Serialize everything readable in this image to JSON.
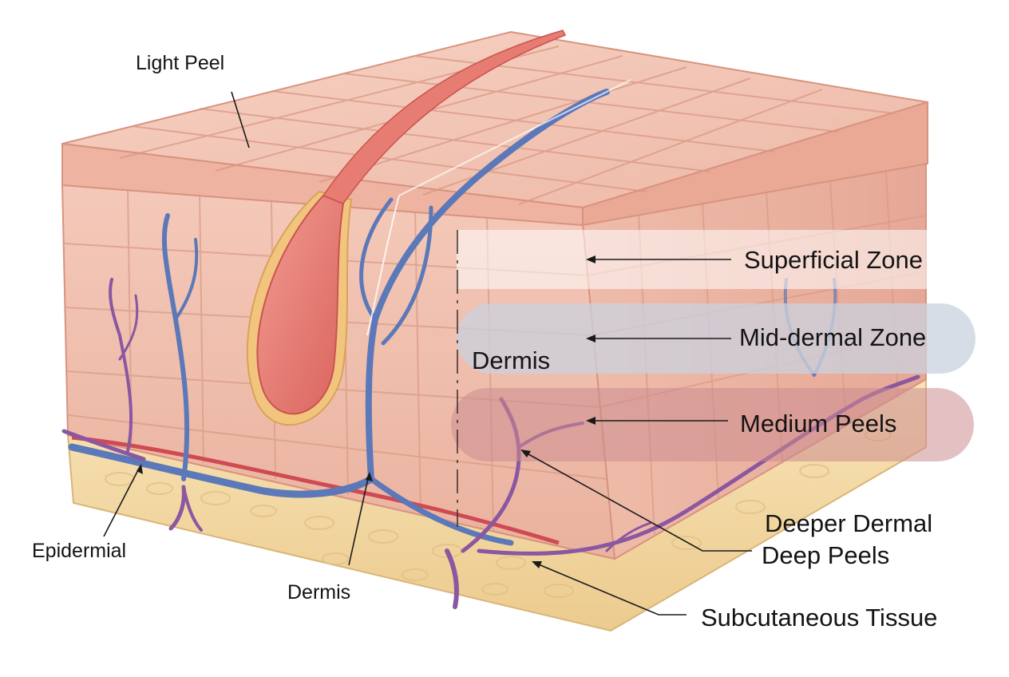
{
  "labels": {
    "light_peel": "Light Peel",
    "superficial_zone": "Superficial Zone",
    "mid_dermal_zone": "Mid-dermal Zone",
    "dermis_inner": "Dermis",
    "medium_peels": "Medium Peels",
    "deeper_dermal": "Deeper Dermal",
    "deep_peels": "Deep Peels",
    "epidermial": "Epidermial",
    "dermis_bottom": "Dermis",
    "subcutaneous_tissue": "Subcutaneous Tissue"
  },
  "colors": {
    "skin_top": "#f2c3b4",
    "skin_side": "#f0bcaa",
    "skin_right": "#e8ad9c",
    "grid_line": "#d99a88",
    "fat": "#f6dfb0",
    "hair": "#e77c72",
    "hair_sheath": "#f2c57f",
    "vein_blue": "#5b78b8",
    "vein_purple": "#8a57a0",
    "artery_red": "#cf4a52",
    "band_superficial": "#ffffff",
    "band_mid": "#c9d2df",
    "band_medium": "#cc8c90"
  }
}
